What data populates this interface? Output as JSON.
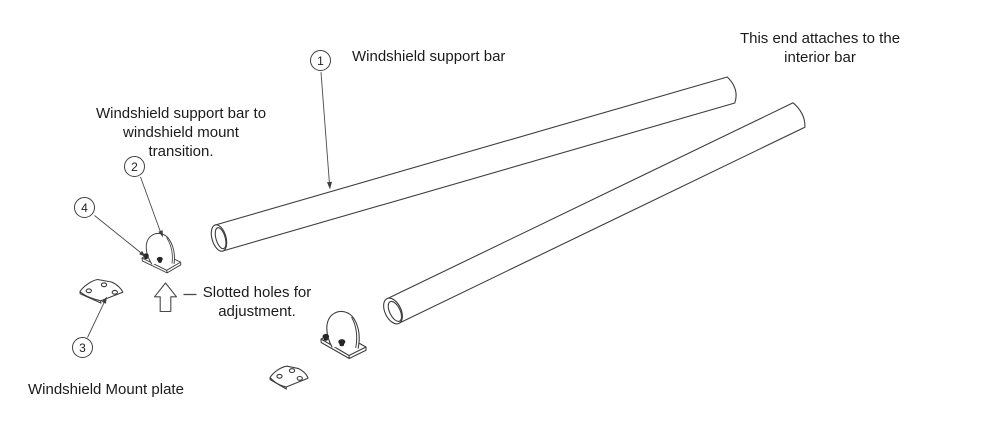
{
  "figure": {
    "type": "technical-assembly-diagram",
    "background_color": "#ffffff",
    "line_color": "#3d3d3d",
    "text_color": "#1b1b1b"
  },
  "labels": {
    "support_bar": "Windshield support bar",
    "interior_attach": "This end attaches to the\ninterior bar",
    "transition": "Windshield support bar to\nwindshield mount\ntransition.",
    "slotted_holes": "Slotted holes for\nadjustment.",
    "mount_plate": "Windshield Mount plate"
  },
  "callouts": [
    {
      "number": "1"
    },
    {
      "number": "2"
    },
    {
      "number": "3"
    },
    {
      "number": "4"
    }
  ],
  "icons": {
    "adjustment_arrow": "up-arrow-icon"
  }
}
